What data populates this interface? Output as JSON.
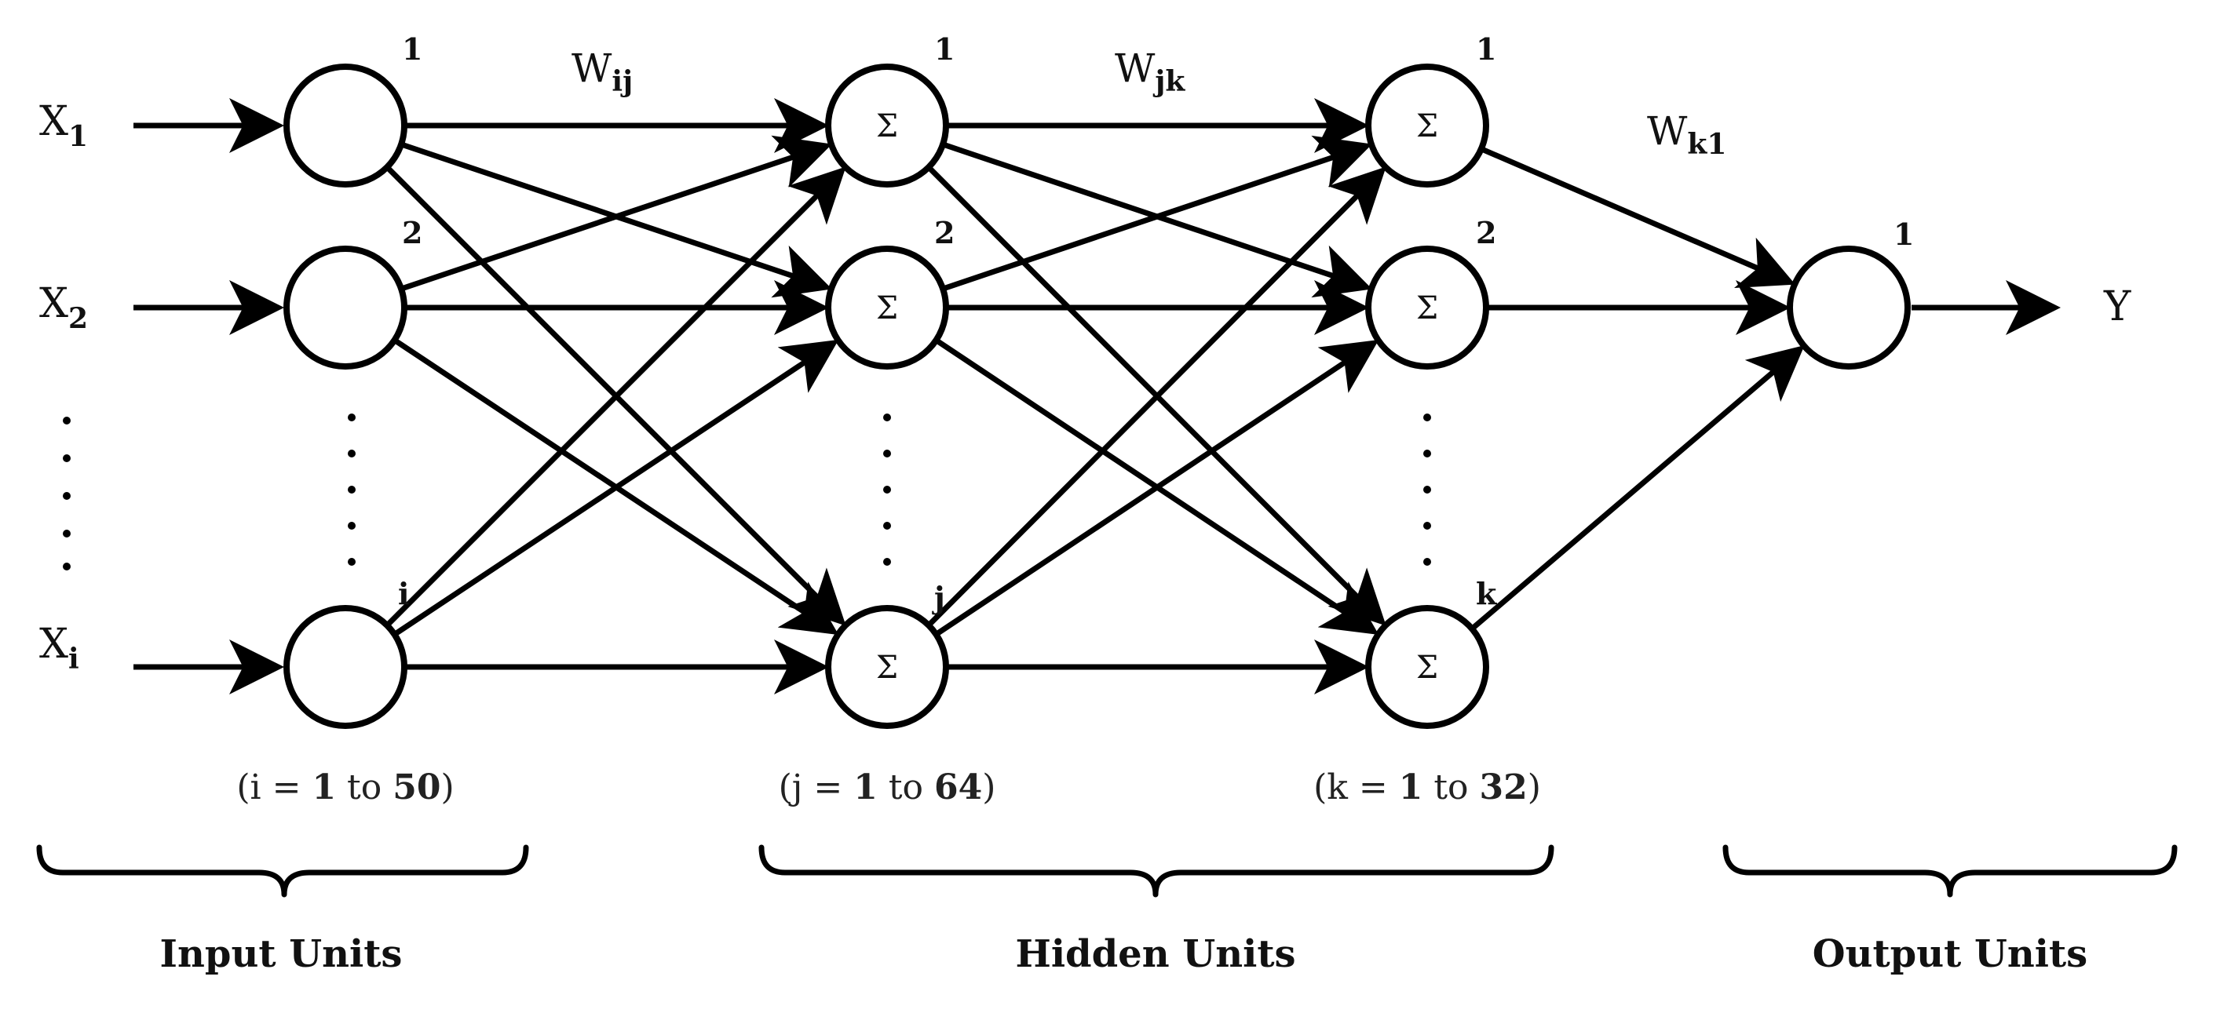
{
  "inputs": {
    "x1": {
      "base": "X",
      "sub": "1"
    },
    "x2": {
      "base": "X",
      "sub": "2"
    },
    "xi": {
      "base": "X",
      "sub": "i"
    }
  },
  "weights": {
    "wij": {
      "base": "W",
      "sub": "ij"
    },
    "wjk": {
      "base": "W",
      "sub": "jk"
    },
    "wk1": {
      "base": "W",
      "sub": "k1"
    }
  },
  "node_indices": {
    "input": [
      "1",
      "2",
      "i"
    ],
    "hidden1": [
      "1",
      "2",
      "j"
    ],
    "hidden2": [
      "1",
      "2",
      "k"
    ],
    "output": [
      "1"
    ]
  },
  "sigma": "Σ",
  "output_label": "Y",
  "ranges": {
    "input": {
      "open": "(i = ",
      "from": "1",
      "to": " to ",
      "end": "50",
      "close": ")"
    },
    "hidden1": {
      "open": "(j = ",
      "from": "1",
      "to": " to ",
      "end": "64",
      "close": ")"
    },
    "hidden2": {
      "open": "(k = ",
      "from": "1",
      "to": " to ",
      "end": "32",
      "close": ")"
    }
  },
  "groups": {
    "input": "Input Units",
    "hidden": "Hidden Units",
    "output": "Output Units"
  }
}
